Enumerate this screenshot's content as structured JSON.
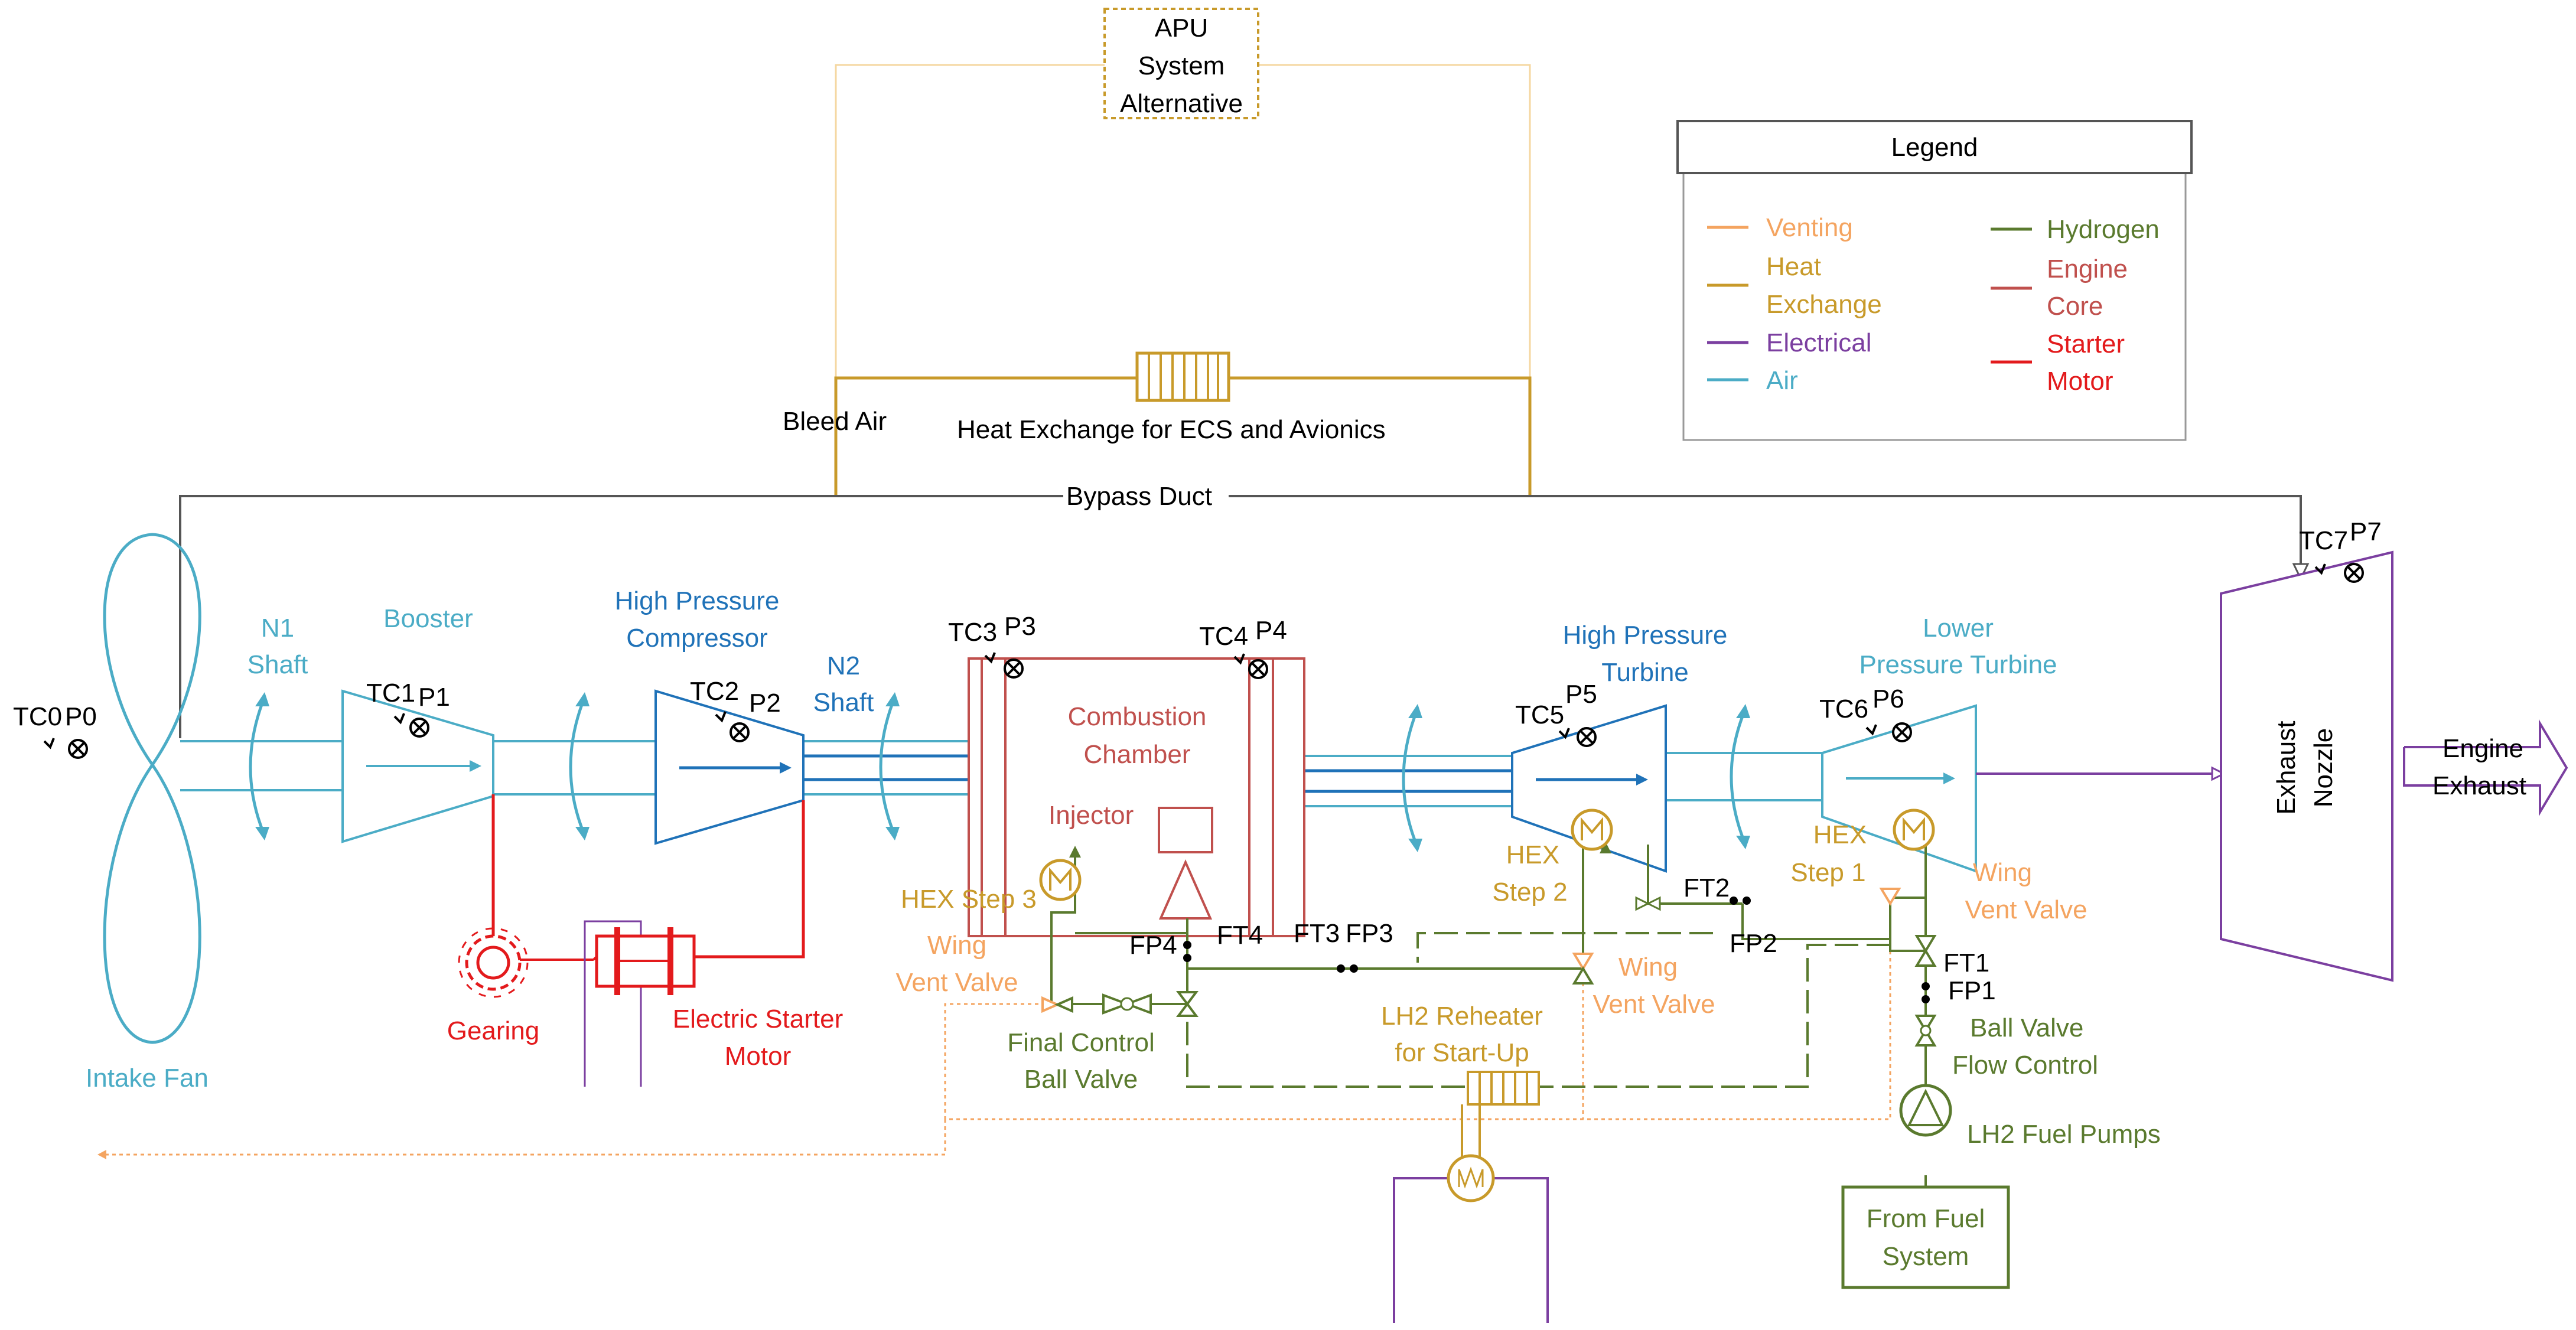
{
  "colors": {
    "venting": "#f4a460",
    "heat": "#c89a2a",
    "electrical": "#7b3fa0",
    "air": "#4bacc6",
    "air_dark": "#1f72b8",
    "hydrogen": "#5a7a2e",
    "engine_core": "#c0504d",
    "starter": "#e31a1c",
    "black": "#222222",
    "gray": "#555555"
  },
  "legend": {
    "title": "Legend",
    "venting": "Venting",
    "heat1": "Heat",
    "heat2": "Exchange",
    "electrical": "Electrical",
    "air": "Air",
    "hydrogen": "Hydrogen",
    "core1": "Engine",
    "core2": "Core",
    "starter1": "Starter",
    "starter2": "Motor"
  },
  "apu": {
    "line1": "APU",
    "line2": "System",
    "line3": "Alternative"
  },
  "heat_exchange_label": "Heat Exchange for ECS and Avionics",
  "bleed_air": "Bleed Air",
  "bypass_duct": "Bypass Duct",
  "intake_fan": "Intake Fan",
  "n1_shaft": {
    "line1": "N1",
    "line2": "Shaft"
  },
  "n2_shaft": {
    "line1": "N2",
    "line2": "Shaft"
  },
  "booster": "Booster",
  "hpc": {
    "line1": "High Pressure",
    "line2": "Compressor"
  },
  "combustion": {
    "line1": "Combustion",
    "line2": "Chamber"
  },
  "injector": "Injector",
  "hpt": {
    "line1": "High Pressure",
    "line2": "Turbine"
  },
  "lpt": {
    "line1": "Lower",
    "line2": "Pressure Turbine"
  },
  "exhaust_nozzle": {
    "line1": "Exhaust",
    "line2": "Nozzle"
  },
  "engine_exhaust": {
    "line1": "Engine",
    "line2": "Exhaust"
  },
  "gearing": "Gearing",
  "starter_motor": {
    "line1": "Electric Starter",
    "line2": "Motor"
  },
  "hex3": "HEX Step 3",
  "hex2": {
    "line1": "HEX",
    "line2": "Step 2"
  },
  "hex1": {
    "line1": "HEX",
    "line2": "Step 1"
  },
  "wing_vent_left": {
    "line1": "Wing",
    "line2": "Vent Valve"
  },
  "wing_vent_mid": {
    "line1": "Wing",
    "line2": "Vent Valve"
  },
  "wing_vent_right": {
    "line1": "Wing",
    "line2": "Vent Valve"
  },
  "final_control": {
    "line1": "Final Control",
    "line2": "Ball Valve"
  },
  "reheater": {
    "line1": "LH2 Reheater",
    "line2": "for Start-Up"
  },
  "ball_valve": {
    "line1": "Ball Valve",
    "line2": "Flow Control"
  },
  "fuel_pumps": "LH2 Fuel Pumps",
  "fuel_system": {
    "line1": "From Fuel",
    "line2": "System"
  },
  "sensors": {
    "tc0": "TC0",
    "p0": "P0",
    "tc1": "TC1",
    "p1": "P1",
    "tc2": "TC2",
    "p2": "P2",
    "tc3": "TC3",
    "p3": "P3",
    "tc4": "TC4",
    "p4": "P4",
    "tc5": "TC5",
    "p5": "P5",
    "tc6": "TC6",
    "p6": "P6",
    "tc7": "TC7",
    "p7": "P7",
    "fp4": "FP4",
    "ft4": "FT4",
    "ft3": "FT3",
    "fp3": "FP3",
    "ft2": "FT2",
    "fp2": "FP2",
    "ft1": "FT1",
    "fp1": "FP1"
  }
}
